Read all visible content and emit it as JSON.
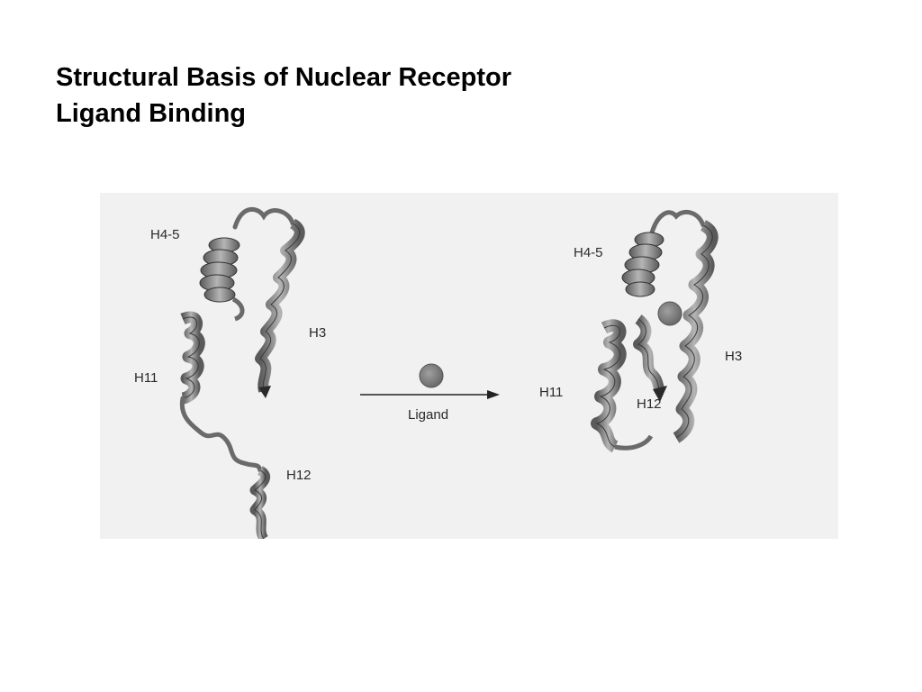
{
  "title": {
    "line1": "Structural Basis of Nuclear Receptor",
    "line2": "Ligand Binding"
  },
  "figure": {
    "left": {
      "h45": "H4-5",
      "h3": "H3",
      "h11": "H11",
      "h12": "H12"
    },
    "arrow": {
      "label": "Ligand"
    },
    "right": {
      "h45": "H4-5",
      "h3": "H3",
      "h11": "H11",
      "h12": "H12"
    },
    "colors": {
      "panel": "#f1f1f1",
      "ribbon": "#8a8a8a",
      "ribbon_dark": "#4a4a4a",
      "ligand": "#7a7a7a"
    }
  }
}
